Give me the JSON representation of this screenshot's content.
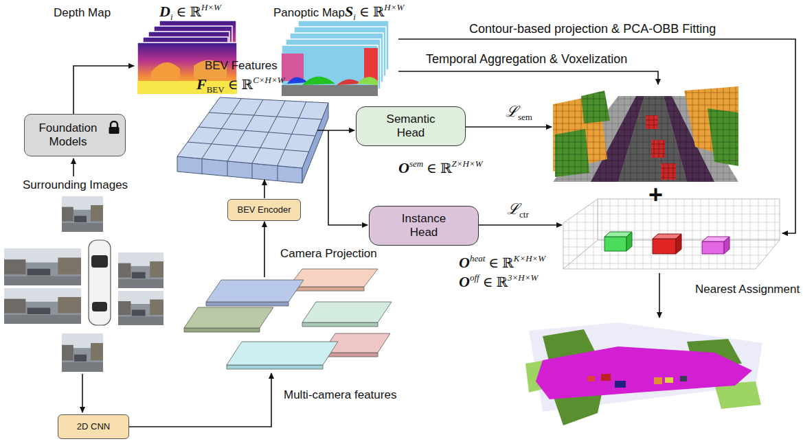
{
  "diagram": {
    "nodes": [
      {
        "text": [
          "Foundation Models"
        ]
      },
      {
        "text": [
          "Semantic Head"
        ]
      },
      {
        "text": [
          "Instance Head"
        ]
      },
      {
        "text": [
          "BEV Encoder"
        ]
      },
      {
        "text": [
          "2D CNN"
        ]
      }
    ],
    "labels": [
      "Depth Map",
      "D",
      "i",
      "∈ ℝ",
      "H×W",
      "Panoptic Map",
      "S",
      "i",
      "∈ ℝ",
      "H×W",
      "Contour-based projection & PCA-OBB Fitting",
      "Temporal Aggregation & Voxelization",
      "BEV Features",
      "F",
      "BEV",
      "∈ ℝ",
      "C×H×W",
      "ℒ",
      "sem",
      "O",
      "sem",
      "∈ ℝ",
      "Z×H×W",
      "+",
      "ℒ",
      "ctr",
      "O",
      "heat",
      "∈ ℝ",
      "K×H×W",
      "O",
      "off",
      "∈ ℝ",
      "3×H×W",
      "Nearest Assignment",
      "Surrounding Images",
      "Camera Projection",
      "Multi-camera features"
    ]
  }
}
